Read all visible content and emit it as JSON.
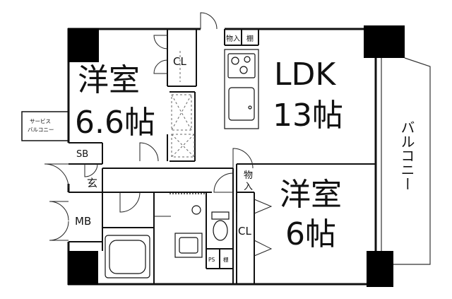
{
  "rooms": {
    "western_left": {
      "name": "洋室",
      "size": "6.6帖"
    },
    "ldk": {
      "name": "LDK",
      "size": "13帖"
    },
    "western_right": {
      "name": "洋室",
      "size": "6帖"
    },
    "balcony": "バルコニー",
    "service_balcony": {
      "line1": "サービス",
      "line2": "バルコニー"
    }
  },
  "labels": {
    "cl_top": "CL",
    "cl_bottom": "CL",
    "sb": "SB",
    "entrance": "玄",
    "mb": "MB",
    "storage_small": "物入",
    "shelf_top": "棚",
    "storage_hall": {
      "line1": "物",
      "line2": "入"
    },
    "ps": "PS",
    "shelf_bottom": "棚"
  }
}
